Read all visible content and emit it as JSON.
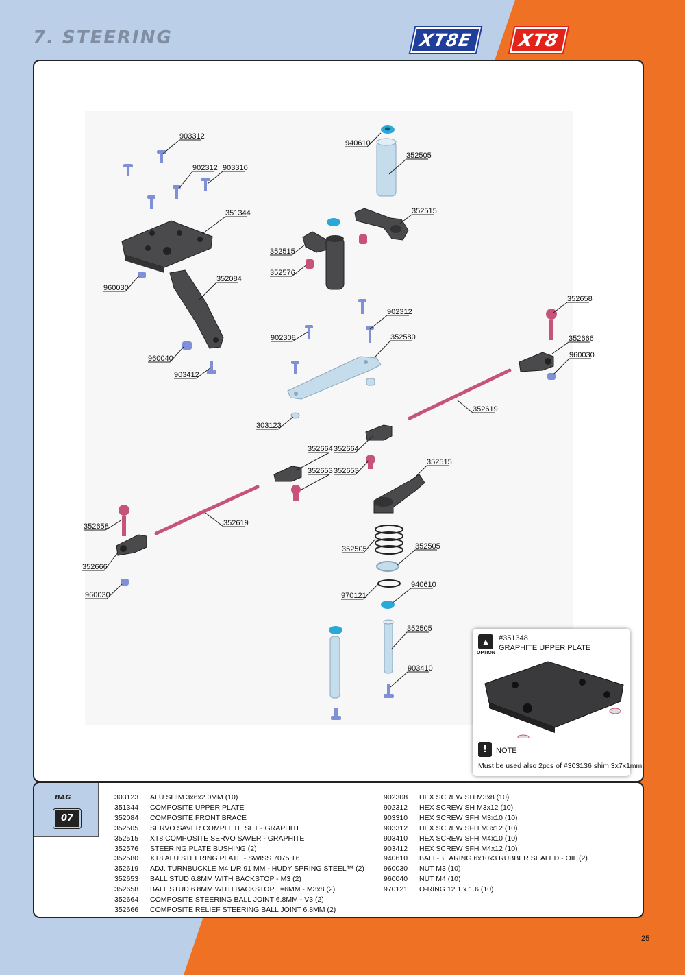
{
  "header": {
    "title": "7. STEERING",
    "logo_primary": "XT8E",
    "logo_secondary": "XT8"
  },
  "colors": {
    "page_blue": "#bccfe9",
    "page_orange": "#ef7124",
    "logo_blue": "#1f3f9a",
    "logo_red": "#e2231a",
    "part_graphite": "#4a4a4c",
    "part_blue": "#7f90d6",
    "part_pink": "#c8537a",
    "part_alu": "#c5dcec",
    "part_cyan": "#2aa8d8"
  },
  "callouts": [
    "903312",
    "902312",
    "903310",
    "351344",
    "960030",
    "352084",
    "960040",
    "903412",
    "940610",
    "352505",
    "352515",
    "352515",
    "352576",
    "902312",
    "902308",
    "352580",
    "303123",
    "352658",
    "352666",
    "960030",
    "352619",
    "352664",
    "352664",
    "352653",
    "352653",
    "352515",
    "352658",
    "352619",
    "352666",
    "960030",
    "352505",
    "352505",
    "970121",
    "940610",
    "352505",
    "903410"
  ],
  "option": {
    "code": "#351348",
    "name": "GRAPHITE UPPER PLATE",
    "tag": "OPTION",
    "note_title": "NOTE",
    "note_text": "Must be used also 2pcs of #303136 shim 3x7x1mm."
  },
  "bag": {
    "label": "BAG",
    "number": "07"
  },
  "parts_left": [
    {
      "code": "303123",
      "desc": "ALU SHIM 3x6x2.0MM (10)"
    },
    {
      "code": "351344",
      "desc": "COMPOSITE UPPER PLATE"
    },
    {
      "code": "352084",
      "desc": "COMPOSITE FRONT BRACE"
    },
    {
      "code": "352505",
      "desc": "SERVO SAVER COMPLETE SET - GRAPHITE"
    },
    {
      "code": "352515",
      "desc": "XT8 COMPOSITE SERVO SAVER - GRAPHITE"
    },
    {
      "code": "352576",
      "desc": "STEERING PLATE BUSHING (2)"
    },
    {
      "code": "352580",
      "desc": "XT8 ALU STEERING PLATE - SWISS 7075 T6"
    },
    {
      "code": "352619",
      "desc": "ADJ. TURNBUCKLE M4 L/R 91 MM - HUDY SPRING STEEL™ (2)"
    },
    {
      "code": "352653",
      "desc": "BALL STUD 6.8MM WITH BACKSTOP - M3 (2)"
    },
    {
      "code": "352658",
      "desc": "BALL STUD 6.8MM WITH BACKSTOP L=6MM - M3x8 (2)"
    },
    {
      "code": "352664",
      "desc": "COMPOSITE STEERING BALL JOINT 6.8MM - V3 (2)"
    },
    {
      "code": "352666",
      "desc": "COMPOSITE RELIEF STEERING BALL JOINT 6.8MM (2)"
    }
  ],
  "parts_right": [
    {
      "code": "902308",
      "desc": "HEX SCREW SH M3x8 (10)"
    },
    {
      "code": "902312",
      "desc": "HEX SCREW SH M3x12 (10)"
    },
    {
      "code": "903310",
      "desc": "HEX SCREW SFH M3x10 (10)"
    },
    {
      "code": "903312",
      "desc": "HEX SCREW SFH M3x12 (10)"
    },
    {
      "code": "903410",
      "desc": "HEX SCREW SFH M4x10 (10)"
    },
    {
      "code": "903412",
      "desc": "HEX SCREW SFH M4x12 (10)"
    },
    {
      "code": "940610",
      "desc": "BALL-BEARING 6x10x3 RUBBER SEALED - OIL (2)"
    },
    {
      "code": "960030",
      "desc": "NUT M3 (10)"
    },
    {
      "code": "960040",
      "desc": "NUT M4 (10)"
    },
    {
      "code": "970121",
      "desc": "O-RING 12.1 x 1.6 (10)"
    }
  ],
  "page_number": "25"
}
